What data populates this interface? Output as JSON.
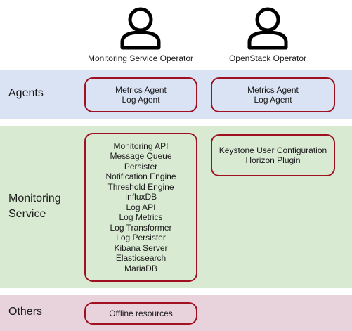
{
  "colors": {
    "agents_band": "#dae3f3",
    "monitoring_band": "#d9ead3",
    "others_band": "#e8d2dc",
    "box_border": "#a01020"
  },
  "actors": [
    {
      "icon": "person-icon",
      "label": "Monitoring Service Operator"
    },
    {
      "icon": "person-icon",
      "label": "OpenStack Operator"
    }
  ],
  "bands": {
    "agents": {
      "label": "Agents",
      "monitoring_box": [
        "Metrics Agent",
        "Log Agent"
      ],
      "openstack_box": [
        "Metrics Agent",
        "Log Agent"
      ]
    },
    "monitoring_service": {
      "label_line1": "Monitoring",
      "label_line2": "Service",
      "monitoring_box": [
        "Monitoring API",
        "Message Queue",
        "Persister",
        "Notification Engine",
        "Threshold Engine",
        "InfluxDB",
        "Log API",
        "Log Metrics",
        "Log Transformer",
        "Log Persister",
        "Kibana Server",
        "Elasticsearch",
        "MariaDB"
      ],
      "openstack_box": [
        "Keystone User Configuration",
        "Horizon Plugin"
      ]
    },
    "others": {
      "label": "Others",
      "monitoring_box": [
        "Offline resources"
      ]
    }
  }
}
